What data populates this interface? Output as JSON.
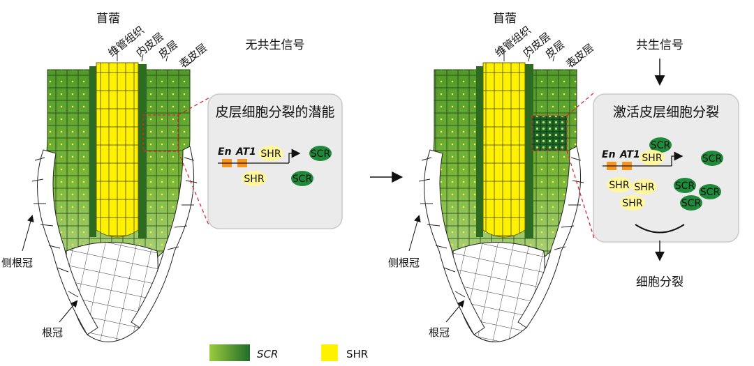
{
  "left": {
    "title": "苜蓿",
    "tissues": [
      "维管组织",
      "内皮层",
      "皮层",
      "表皮层"
    ],
    "lateral_root_cap": "侧根冠",
    "root_cap": "根冠",
    "signal_label": "无共生信号",
    "panel": {
      "title": "皮层细胞分裂的潜能",
      "promoter_en": "En",
      "promoter_at1": "AT1",
      "proteins": [
        "SHR",
        "SCR",
        "SHR",
        "SCR"
      ]
    }
  },
  "right": {
    "title": "苜蓿",
    "tissues": [
      "维管组织",
      "内皮层",
      "皮层",
      "表皮层"
    ],
    "lateral_root_cap": "侧根冠",
    "root_cap": "根冠",
    "signal_label": "共生信号",
    "panel": {
      "title": "激活皮层细胞分裂",
      "promoter_en": "En",
      "promoter_at1": "AT1",
      "proteins": [
        "SCR",
        "SHR",
        "SCR",
        "SHR",
        "SHR",
        "SHR",
        "SCR",
        "SCR",
        "SCR"
      ]
    },
    "outcome": "细胞分裂"
  },
  "legend": {
    "scr_label": "SCR",
    "shr_label": "SHR"
  },
  "colors": {
    "light_green": "#8cc63f",
    "dark_green": "#2e7d32",
    "yellow": "#fff200",
    "shr_pale": "#fff799",
    "panel_bg": "#ebebeb",
    "red_dash": "#d9262b",
    "orange": "#f7941d"
  }
}
